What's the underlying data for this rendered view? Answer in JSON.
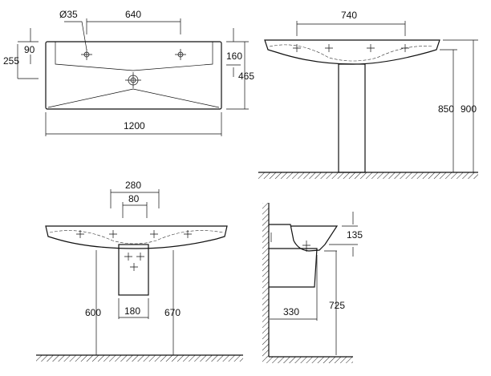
{
  "top_view": {
    "hole_diameter": "Ø35",
    "tap_spacing": "640",
    "dim_90": "90",
    "dim_255": "255",
    "dim_160": "160",
    "dim_465": "465",
    "width": "1200"
  },
  "pedestal_front_view": {
    "dim_740": "740",
    "dim_850": "850",
    "dim_900": "900"
  },
  "semipedestal_front_view": {
    "dim_280": "280",
    "dim_80": "80",
    "dim_600": "600",
    "dim_180": "180",
    "dim_670": "670"
  },
  "side_view": {
    "dim_135": "135",
    "dim_725": "725",
    "dim_330": "330"
  }
}
